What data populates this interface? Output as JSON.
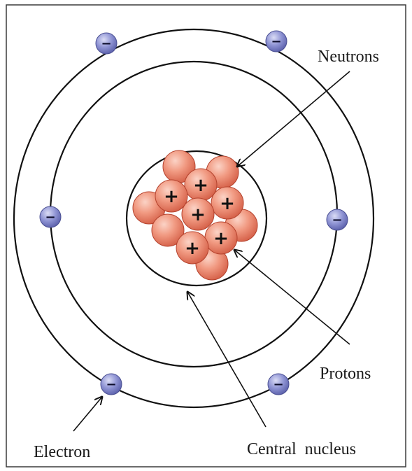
{
  "labels": {
    "neutrons": "Neutrons",
    "protons": "Protons",
    "electron": "Electron",
    "central_nucleus": "Central  nucleus"
  },
  "symbols": {
    "proton_charge": "+",
    "electron_charge": "−"
  },
  "counts": {
    "protons": 6,
    "neutrons": 6,
    "inner_shell_electrons": 2,
    "outer_shell_electrons": 4
  },
  "colors": {
    "frame": "#3a3a3a",
    "orbit": "#111111",
    "nucleon_fill": "#ee8a72",
    "nucleon_stroke": "#b5432e",
    "electron_fill": "#7f84c9",
    "electron_stroke": "#4a4f92"
  }
}
